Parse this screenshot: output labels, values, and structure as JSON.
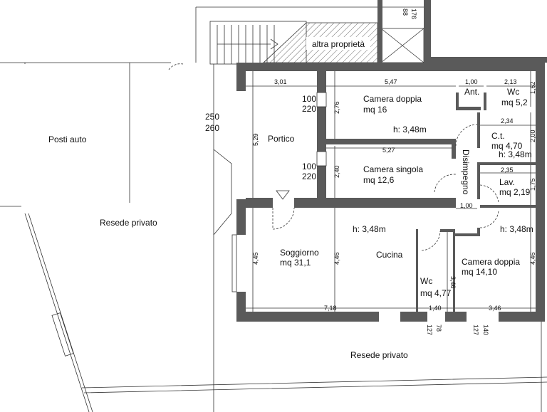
{
  "top": {
    "neighbor_label": "altra proprietà",
    "dim_a": "88",
    "dim_b": "176"
  },
  "outside": {
    "parking": "Posti auto",
    "garden_left": "Resede privato",
    "garden_bottom": "Resede privato",
    "gate_top": "250",
    "gate_bottom": "260"
  },
  "rooms": {
    "portico": {
      "name": "Portico",
      "width": "3,01",
      "depth": "5,29"
    },
    "camera_doppia_1": {
      "name": "Camera doppia",
      "area": "mq 16",
      "height": "h: 3,48m",
      "width": "5,47",
      "depth": "2,76",
      "door_w": "100",
      "door_h": "220"
    },
    "camera_singola": {
      "name": "Camera singola",
      "area": "mq 12,6",
      "width": "5,27",
      "depth": "2,40",
      "door_w": "100",
      "door_h": "220"
    },
    "ant": {
      "name": "Ant.",
      "width": "1,00"
    },
    "wc_1": {
      "name": "Wc",
      "area": "mq 5,2",
      "width": "2,13",
      "depth": "1,62"
    },
    "ct": {
      "name": "C.t.",
      "area": "mq 4,70",
      "height": "h: 3,48m",
      "width": "2,34",
      "depth": "2,00"
    },
    "lav": {
      "name": "Lav.",
      "area": "mq 2,19",
      "width": "2,35",
      "depth": "1,75"
    },
    "disimpegno": {
      "name": "Disimpegno",
      "width": "1,00"
    },
    "soggiorno": {
      "name": "Soggiorno",
      "area": "mq 31,1",
      "depth": "4,45",
      "width": "7,18"
    },
    "cucina": {
      "name": "Cucina",
      "height": "h: 3,48m",
      "depth": "4,46"
    },
    "wc_2": {
      "name": "Wc",
      "area": "mq 4,77",
      "depth": "3,46",
      "width": "1,40",
      "win_a": "127",
      "win_b": "78"
    },
    "camera_doppia_2": {
      "name": "Camera doppia",
      "area": "mq 14,10",
      "height": "h: 3,48m",
      "depth": "4,46",
      "width": "3,46",
      "win_a": "127",
      "win_b": "140"
    }
  }
}
